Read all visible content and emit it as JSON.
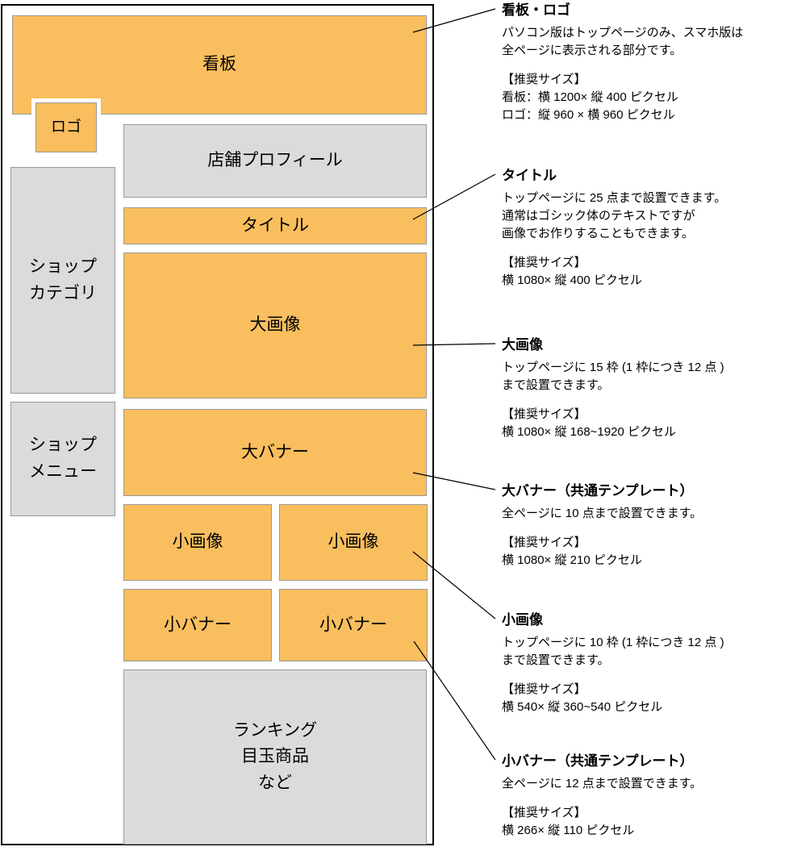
{
  "colors": {
    "orange": "#F9BE5E",
    "gray": "#DBDBDB",
    "box-border": "#999999",
    "line": "#000000"
  },
  "wireframe": {
    "banner": "看板",
    "logo": "ロゴ",
    "profile": "店舗プロフィール",
    "category": "ショップ\nカテゴリ",
    "title": "タイトル",
    "large_image": "大画像",
    "menu": "ショップ\nメニュー",
    "large_banner": "大バナー",
    "small_image_1": "小画像",
    "small_image_2": "小画像",
    "small_banner_1": "小バナー",
    "small_banner_2": "小バナー",
    "ranking": "ランキング\n目玉商品\nなど"
  },
  "annotations": [
    {
      "title": "看板・ロゴ",
      "body": "パソコン版はトップページのみ、スマホ版は\n全ページに表示される部分です。",
      "size_header": "【推奨サイズ】",
      "sizes": "看板：横 1200× 縦 400 ピクセル\nロゴ：縦 960 × 横 960 ピクセル"
    },
    {
      "title": "タイトル",
      "body": "トップページに 25 点まで設置できます。\n通常はゴシック体のテキストですが\n画像でお作りすることもできます。",
      "size_header": "【推奨サイズ】",
      "sizes": "横 1080× 縦 400 ピクセル"
    },
    {
      "title": "大画像",
      "body": "トップページに 15 枠 (1 枠につき 12 点 )\nまで設置できます。",
      "size_header": "【推奨サイズ】",
      "sizes": "横 1080× 縦 168~1920 ピクセル"
    },
    {
      "title": "大バナー（共通テンプレート）",
      "body": "全ページに 10 点まで設置できます。",
      "size_header": "【推奨サイズ】",
      "sizes": "横 1080× 縦 210 ピクセル"
    },
    {
      "title": "小画像",
      "body": "トップページに 10 枠 (1 枠につき 12 点 )\nまで設置できます。",
      "size_header": "【推奨サイズ】",
      "sizes": "横 540× 縦 360~540 ピクセル"
    },
    {
      "title": "小バナー（共通テンプレート）",
      "body": "全ページに 12 点まで設置できます。",
      "size_header": "【推奨サイズ】",
      "sizes": "横 266× 縦 110 ピクセル"
    }
  ]
}
